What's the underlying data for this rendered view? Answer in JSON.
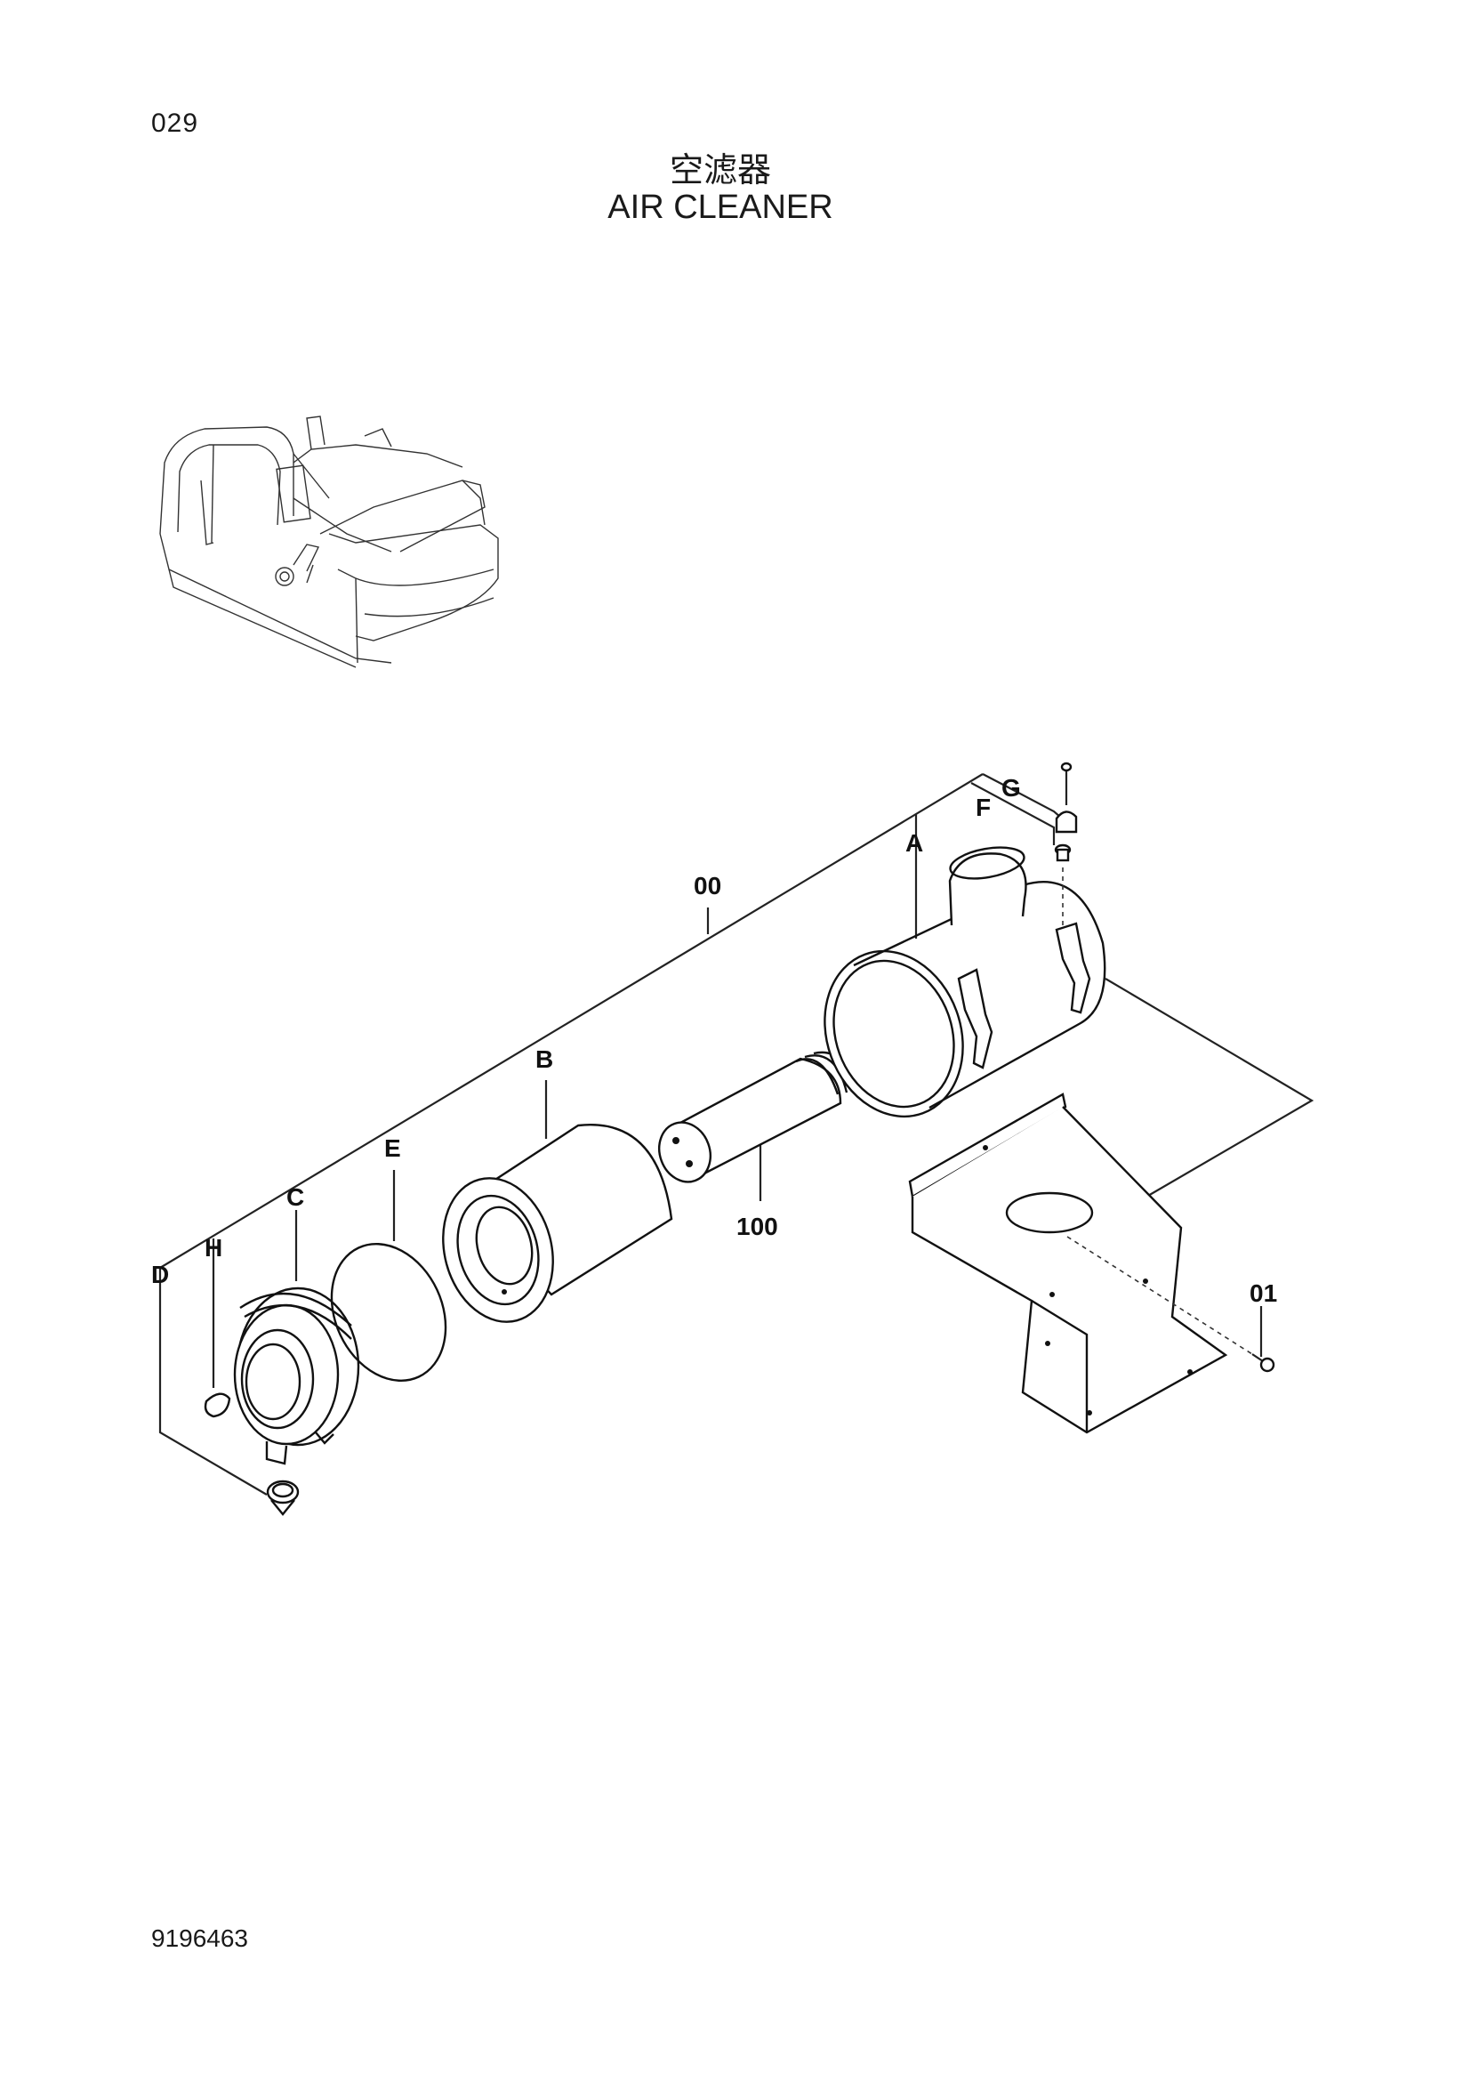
{
  "page": {
    "page_number": "029",
    "title_cn": "空滤器",
    "title_en": "AIR CLEANER",
    "document_number": "9196463"
  },
  "callouts": {
    "assembly": "00",
    "body": "A",
    "outer_element": "B",
    "cover": "C",
    "valve": "D",
    "seal_ring": "E",
    "plug": "F",
    "indicator": "G",
    "clip": "H",
    "inner_element": "100",
    "bolt": "01"
  }
}
